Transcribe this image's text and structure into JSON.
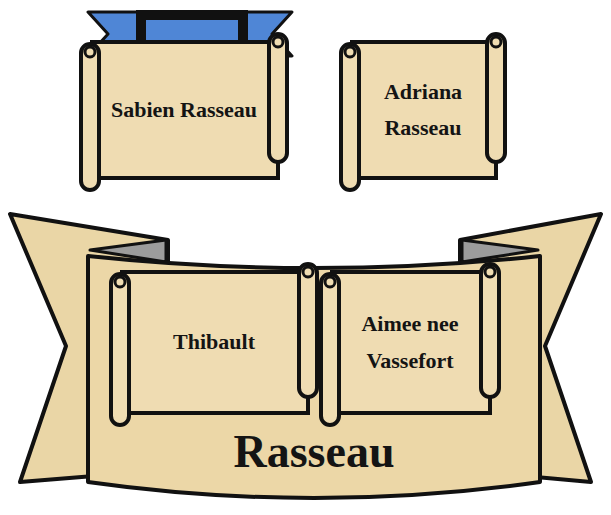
{
  "diagram": {
    "nodes": [
      {
        "text": [
          "Sabien Rasseau"
        ]
      },
      {
        "text": [
          "Adriana Rasseau"
        ]
      },
      {
        "text": [
          "Rasseau"
        ]
      },
      {
        "text": [
          "Thibault"
        ],
        "in": 2
      },
      {
        "text": [
          "Aimee nee Vassefort"
        ],
        "in": 2
      }
    ]
  }
}
